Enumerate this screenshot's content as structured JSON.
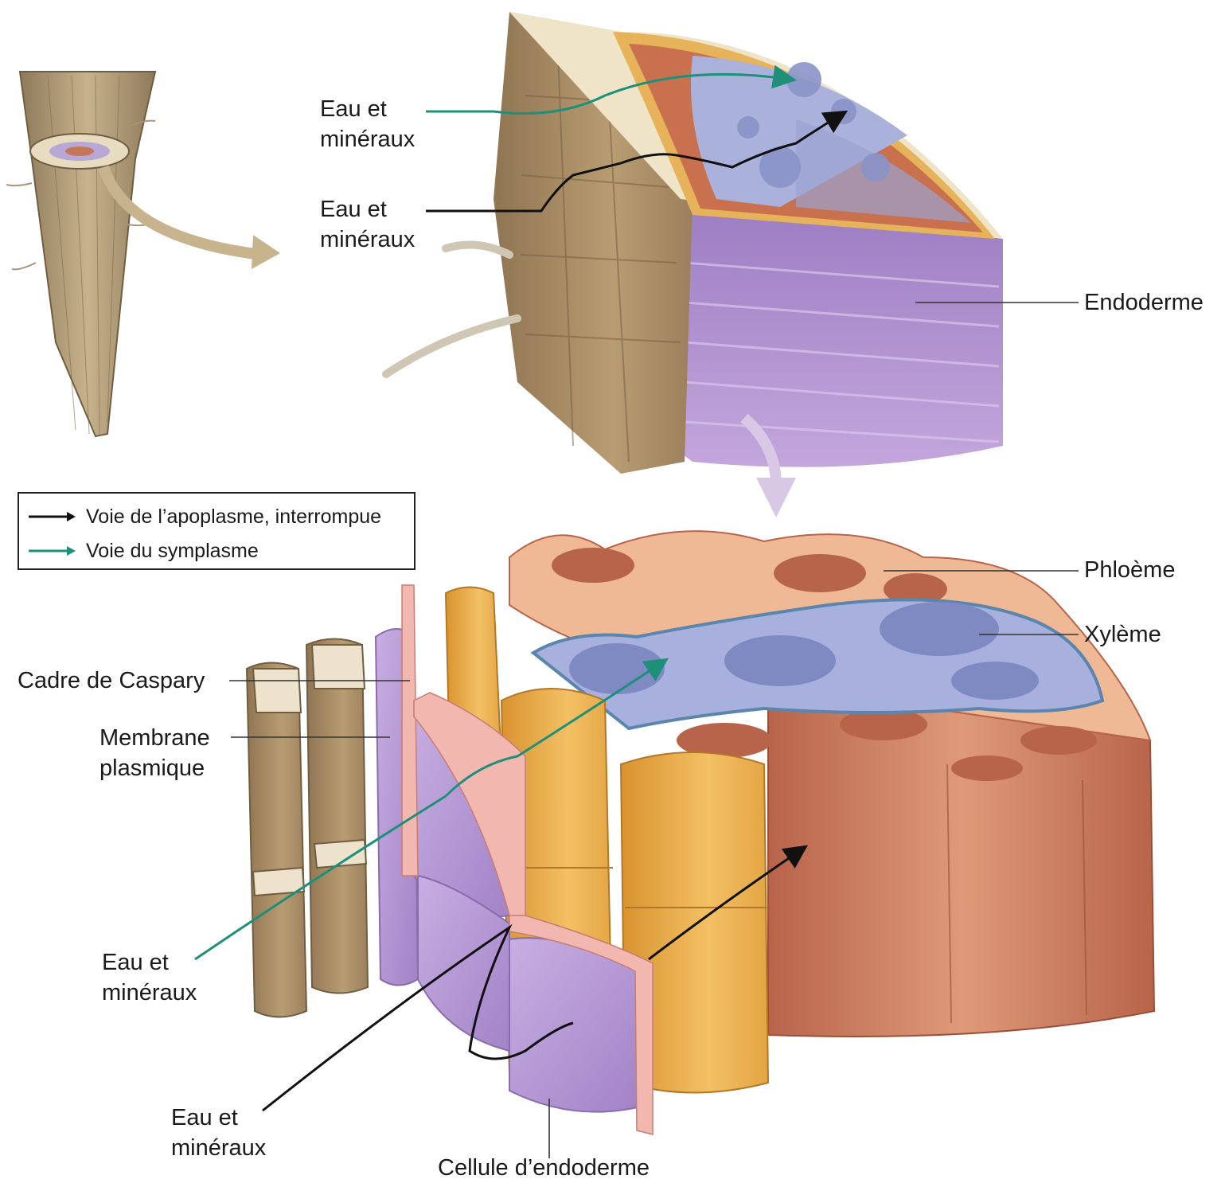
{
  "labels": {
    "water_minerals_top_symplast": [
      "Eau et",
      "minéraux"
    ],
    "water_minerals_top_apoplast": [
      "Eau et",
      "minéraux"
    ],
    "endoderm": "Endoderme",
    "phloem": "Phloème",
    "xylem": "Xylème",
    "casparian_strip": "Cadre de Caspary",
    "plasma_membrane": [
      "Membrane",
      "plasmique"
    ],
    "water_minerals_bottom_symplast": [
      "Eau et",
      "minéraux"
    ],
    "water_minerals_bottom_apoplast": [
      "Eau et",
      "minéraux"
    ],
    "endoderm_cell": "Cellule d’endoderme"
  },
  "legend": {
    "items": [
      {
        "label": "Voie de l’apoplasme, interrompue",
        "color": "#111111"
      },
      {
        "label": "Voie du symplasme",
        "color": "#1e8f78"
      }
    ]
  },
  "colors": {
    "apoplast_path": "#111111",
    "symplast_path": "#1e8f78",
    "epidermis": "#b8a27c",
    "cortex": "#e8dcc0",
    "endoderm": "#a889c4",
    "pericycle": "#e7b35a",
    "phloem": "#c9704f",
    "xylem": "#9aa3d0",
    "casparian_strip": "#f2b8b0"
  }
}
